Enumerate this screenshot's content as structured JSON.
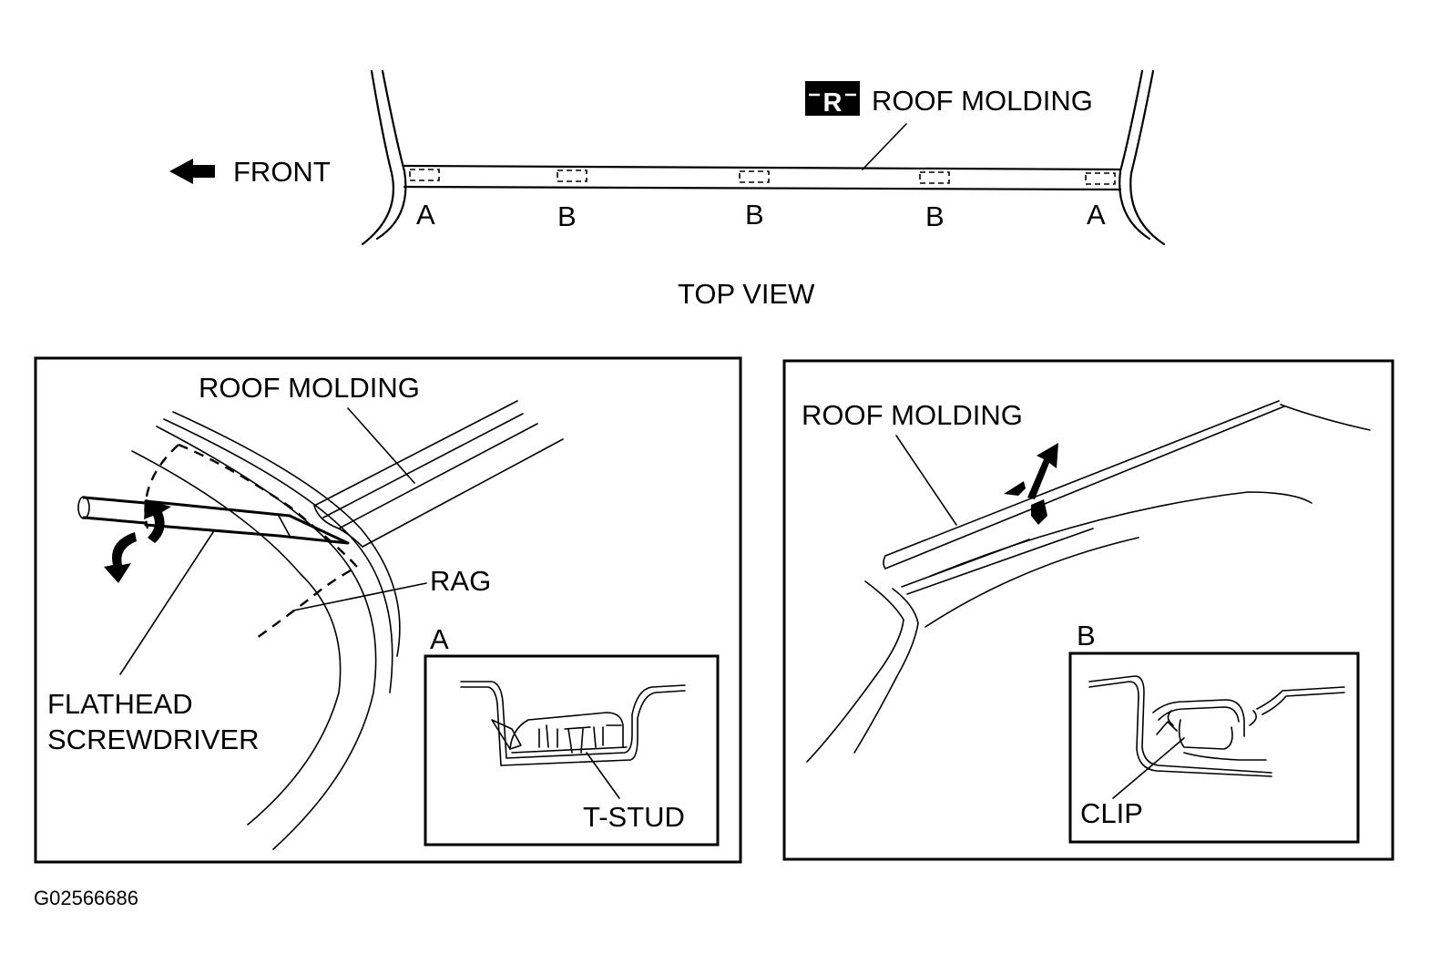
{
  "top_view": {
    "front_label": "FRONT",
    "r_badge": "R",
    "molding_label": "ROOF MOLDING",
    "view_label": "TOP VIEW",
    "clip_labels": [
      "A",
      "B",
      "B",
      "B",
      "A"
    ]
  },
  "left_panel": {
    "molding_label": "ROOF MOLDING",
    "rag_label": "RAG",
    "tool_label_line1": "FLATHEAD",
    "tool_label_line2": "SCREWDRIVER",
    "detail_letter": "A",
    "detail_label": "T-STUD"
  },
  "right_panel": {
    "molding_label": "ROOF MOLDING",
    "detail_letter": "B",
    "detail_label": "CLIP"
  },
  "figure_id": "G02566686"
}
